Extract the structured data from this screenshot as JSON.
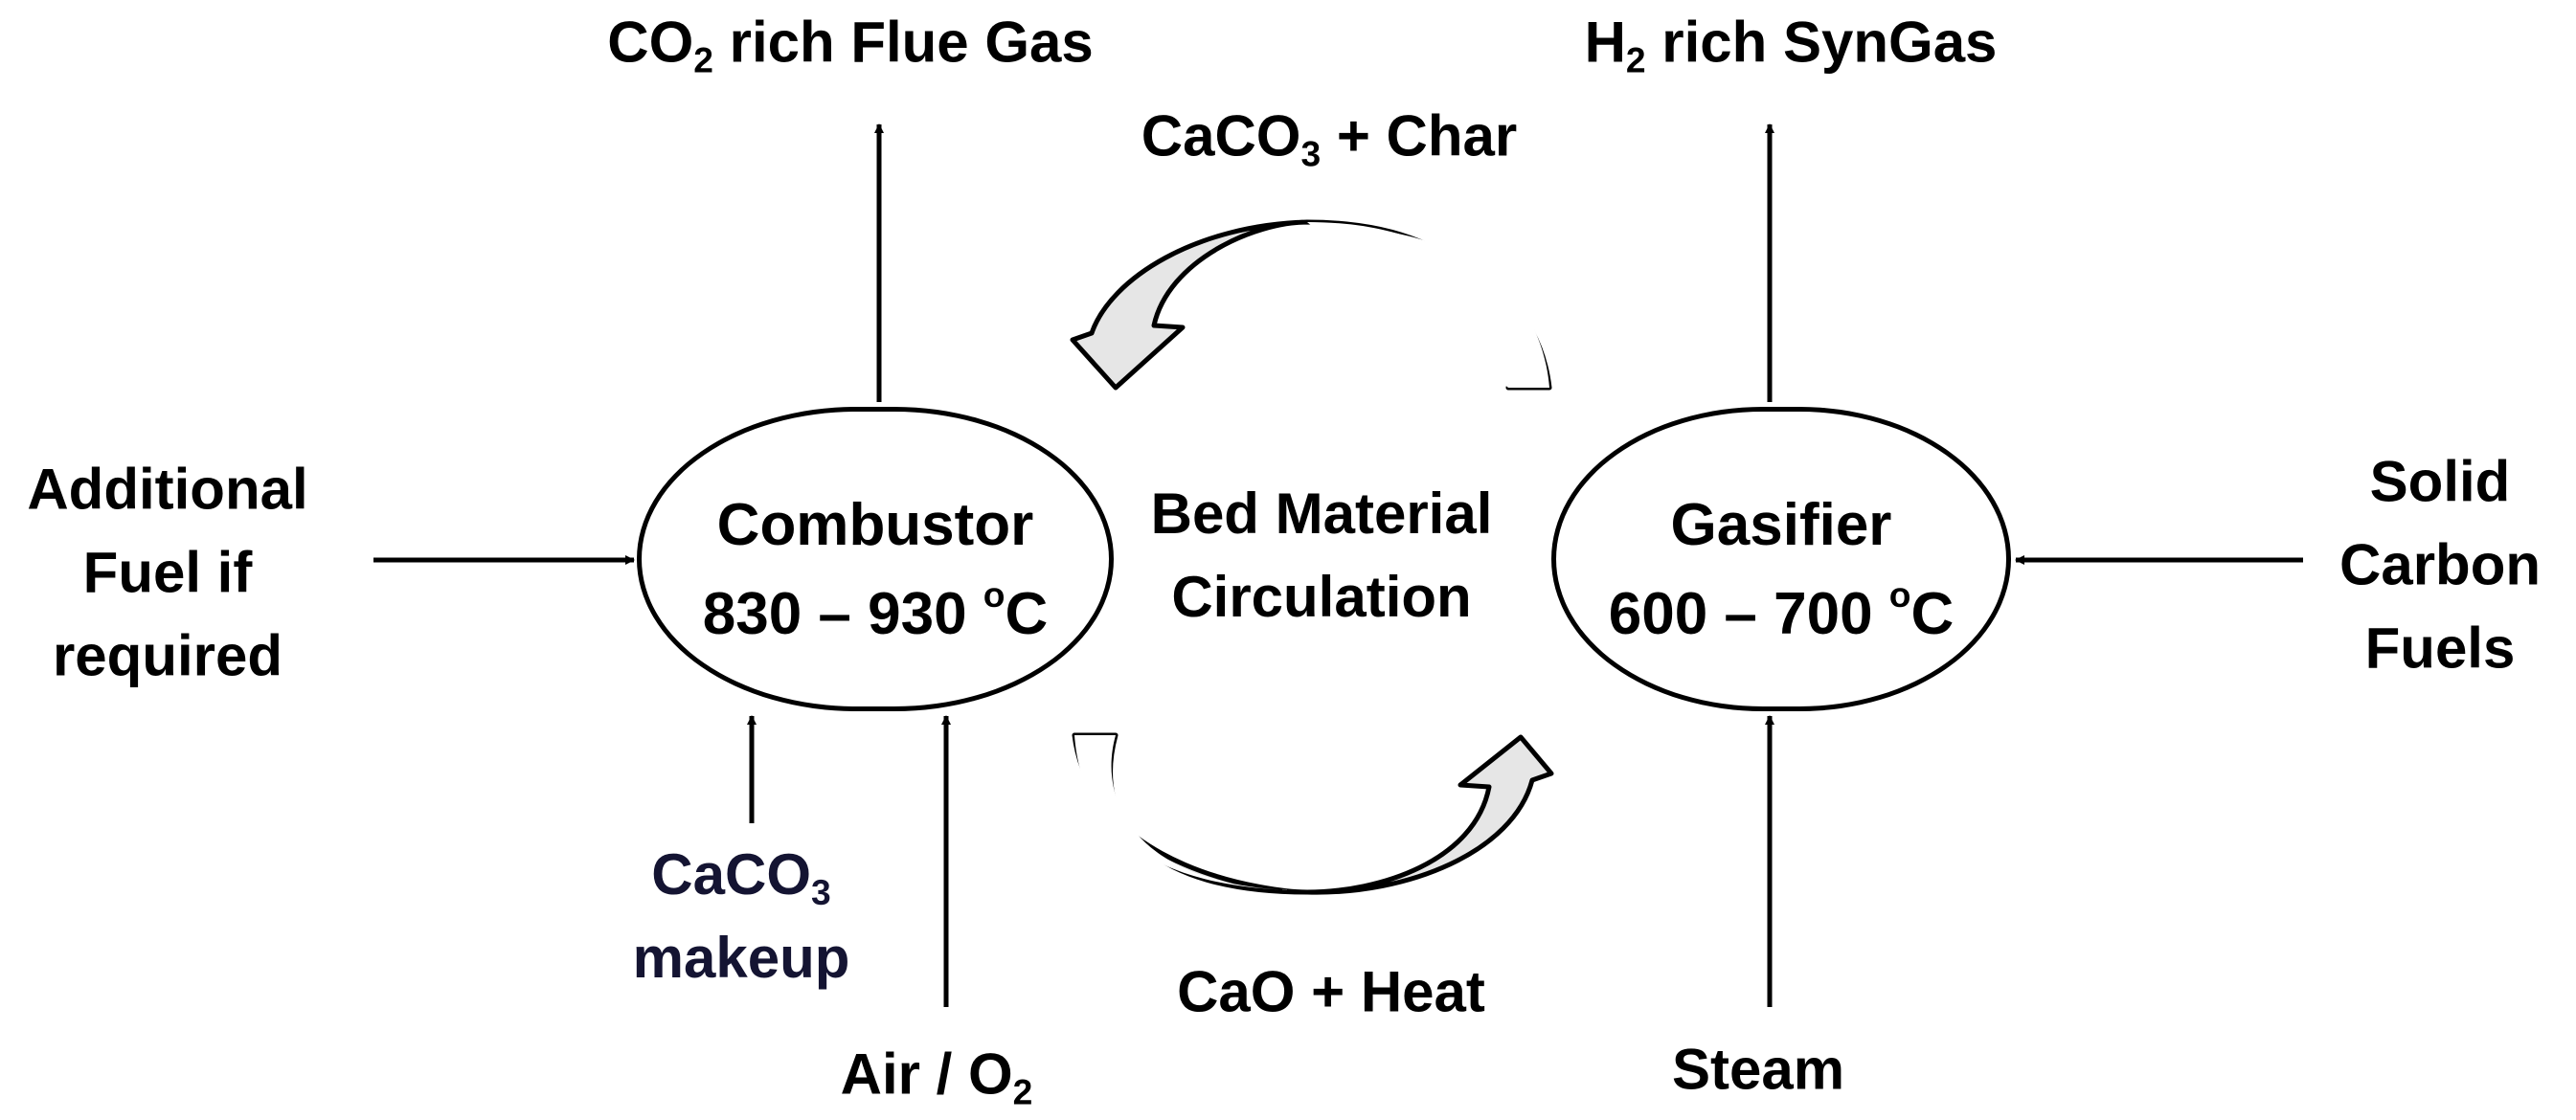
{
  "outputs": {
    "flue_gas": {
      "pre": "CO",
      "sub": "2",
      "post": " rich Flue Gas"
    },
    "syngas": {
      "pre": "H",
      "sub": "2",
      "post": " rich SynGas"
    }
  },
  "top_flow": {
    "pre": "CaCO",
    "sub": "3",
    "post": " + Char"
  },
  "bottom_flow": "CaO + Heat",
  "circulation_label": {
    "line1": "Bed Material",
    "line2": "Circulation"
  },
  "combustor": {
    "name": "Combustor",
    "temp_range": "830 – 930 ",
    "unit_deg": "o",
    "unit": "C"
  },
  "gasifier": {
    "name": "Gasifier",
    "temp_range": "600 – 700 ",
    "unit_deg": "o",
    "unit": "C"
  },
  "inputs": {
    "additional_fuel": {
      "line1": "Additional",
      "line2": "Fuel if",
      "line3": "required"
    },
    "solid_fuels": {
      "line1": "Solid",
      "line2": "Carbon",
      "line3": "Fuels"
    },
    "makeup": {
      "pre": "CaCO",
      "sub": "3",
      "line2": "makeup"
    },
    "air": {
      "pre": "Air / O",
      "sub": "2"
    },
    "steam": "Steam"
  },
  "colors": {
    "line": "#000000",
    "arrow_fill": "#e6e6e6",
    "makeup_text": "#141432"
  }
}
